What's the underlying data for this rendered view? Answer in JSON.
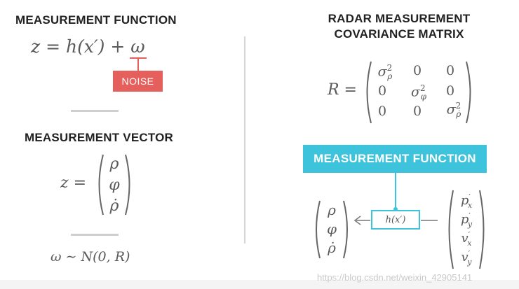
{
  "left": {
    "measurement_function_title": "MEASUREMENT FUNCTION",
    "function_equation": "z = h(x′) + ω",
    "noise_label": "NOISE",
    "measurement_vector_title": "MEASUREMENT VECTOR",
    "vector_lhs": "z =",
    "vector_entries": [
      "ρ",
      "φ",
      "ρ̇"
    ],
    "noise_distribution": "ω ∼ N(0, R)"
  },
  "right": {
    "covariance_title_line1": "RADAR MEASUREMENT",
    "covariance_title_line2": "COVARIANCE MATRIX",
    "matrix_lhs": "R =",
    "matrix_zero": "0",
    "mf_box_label": "MEASUREMENT FUNCTION",
    "hx_label": "h(x′)",
    "output_vector": [
      "ρ",
      "φ",
      "ρ̇"
    ]
  },
  "colors": {
    "noise_red": "#e5605c",
    "accent_cyan": "#3dc3dc",
    "text_gray": "#5a5a5a"
  },
  "watermark": "https://blog.csdn.net/weixin_42905141"
}
